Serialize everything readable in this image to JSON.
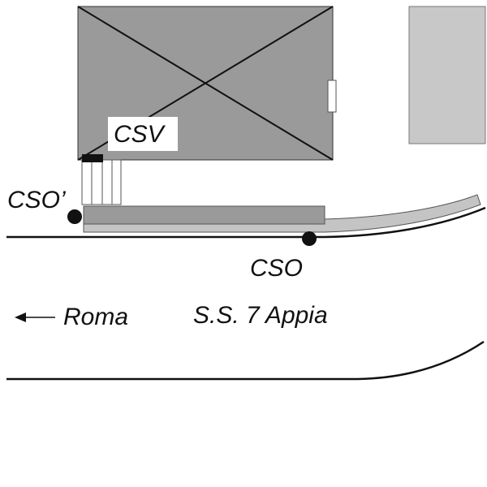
{
  "labels": {
    "csv": "CSV",
    "cso_prime": "CSO’",
    "cso": "CSO",
    "direction": "Roma",
    "road": "S.S. 7 Appia"
  },
  "colors": {
    "building": "#9a9a9a",
    "building_right": "#c8c8c8",
    "platform": "#9a9a9a",
    "sidewalk": "#c4c4c4",
    "line": "#111111"
  }
}
